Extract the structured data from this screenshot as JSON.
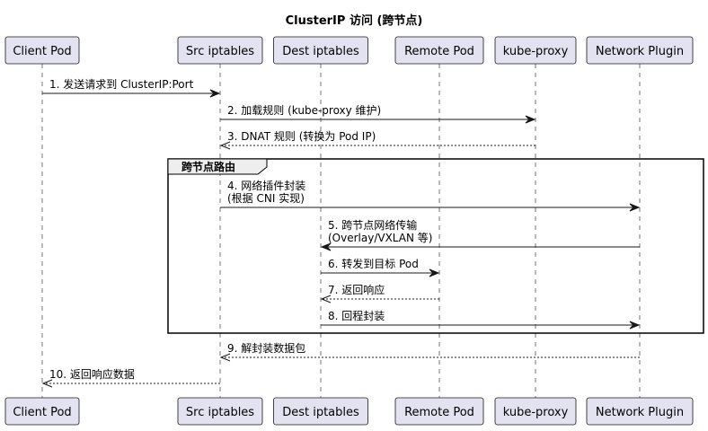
{
  "diagram": {
    "title": "ClusterIP 访问 (跨节点)",
    "participants": [
      {
        "id": "client-pod",
        "label": "Client Pod"
      },
      {
        "id": "src-iptables",
        "label": "Src iptables"
      },
      {
        "id": "dest-iptables",
        "label": "Dest iptables"
      },
      {
        "id": "remote-pod",
        "label": "Remote Pod"
      },
      {
        "id": "kube-proxy",
        "label": "kube-proxy"
      },
      {
        "id": "network-plugin",
        "label": "Network Plugin"
      }
    ],
    "group": {
      "label": "跨节点路由"
    },
    "messages": [
      {
        "from": "client-pod",
        "to": "src-iptables",
        "style": "solid",
        "lines": [
          "1. 发送请求到 ClusterIP:Port"
        ]
      },
      {
        "from": "src-iptables",
        "to": "kube-proxy",
        "style": "solid",
        "lines": [
          "2. 加载规则 (kube-proxy 维护)"
        ]
      },
      {
        "from": "kube-proxy",
        "to": "src-iptables",
        "style": "dashed",
        "lines": [
          "3. DNAT 规则 (转换为 Pod IP)"
        ]
      },
      {
        "from": "src-iptables",
        "to": "network-plugin",
        "style": "solid",
        "lines": [
          "4. 网络插件封装",
          "(根据 CNI 实现)"
        ]
      },
      {
        "from": "network-plugin",
        "to": "dest-iptables",
        "style": "solid",
        "lines": [
          "5. 跨节点网络传输",
          "(Overlay/VXLAN 等)"
        ]
      },
      {
        "from": "dest-iptables",
        "to": "remote-pod",
        "style": "solid",
        "lines": [
          "6. 转发到目标 Pod"
        ]
      },
      {
        "from": "remote-pod",
        "to": "dest-iptables",
        "style": "dashed",
        "lines": [
          "7. 返回响应"
        ]
      },
      {
        "from": "dest-iptables",
        "to": "network-plugin",
        "style": "solid",
        "lines": [
          "8. 回程封装"
        ]
      },
      {
        "from": "network-plugin",
        "to": "src-iptables",
        "style": "dashed",
        "lines": [
          "9. 解封装数据包"
        ]
      },
      {
        "from": "src-iptables",
        "to": "client-pod",
        "style": "dashed",
        "lines": [
          "10. 返回响应数据"
        ]
      }
    ]
  }
}
